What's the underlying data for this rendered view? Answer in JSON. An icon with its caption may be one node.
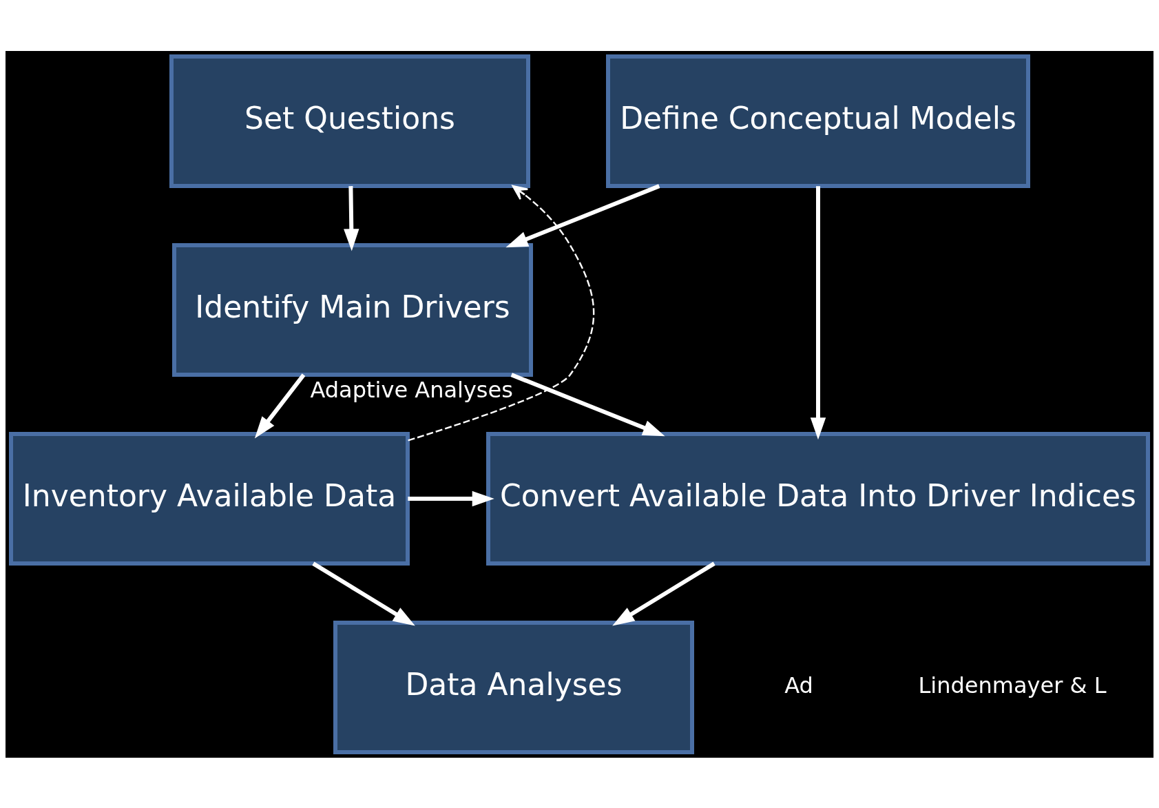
{
  "diagram": {
    "nodes": [
      {
        "text": [
          "Set Questions"
        ]
      },
      {
        "text": [
          "Define Conceptual Models"
        ]
      },
      {
        "text": [
          "Identify Main Drivers"
        ]
      },
      {
        "text": [
          "Inventory Available Data"
        ]
      },
      {
        "text": [
          "Convert Available Data Into Driver Indices"
        ]
      },
      {
        "text": [
          "Data Analyses"
        ]
      }
    ],
    "edges": [
      {
        "from": 0,
        "to": 2,
        "arrow": "to"
      },
      {
        "from": 1,
        "to": 2,
        "arrow": "to"
      },
      {
        "from": 1,
        "to": 4,
        "arrow": "to"
      },
      {
        "from": 2,
        "to": 3,
        "arrow": "to"
      },
      {
        "from": 2,
        "to": 4,
        "arrow": "to"
      },
      {
        "from": 3,
        "to": 4,
        "arrow": "to"
      },
      {
        "from": 3,
        "to": 5,
        "arrow": "to"
      },
      {
        "from": 4,
        "to": 5,
        "arrow": "to"
      },
      {
        "from": 3,
        "to": 0,
        "arrow": "to",
        "style": "dashed",
        "label": "Adaptive Analyses"
      }
    ],
    "labels": [
      "Ad",
      "Lindenmayer & L"
    ]
  }
}
